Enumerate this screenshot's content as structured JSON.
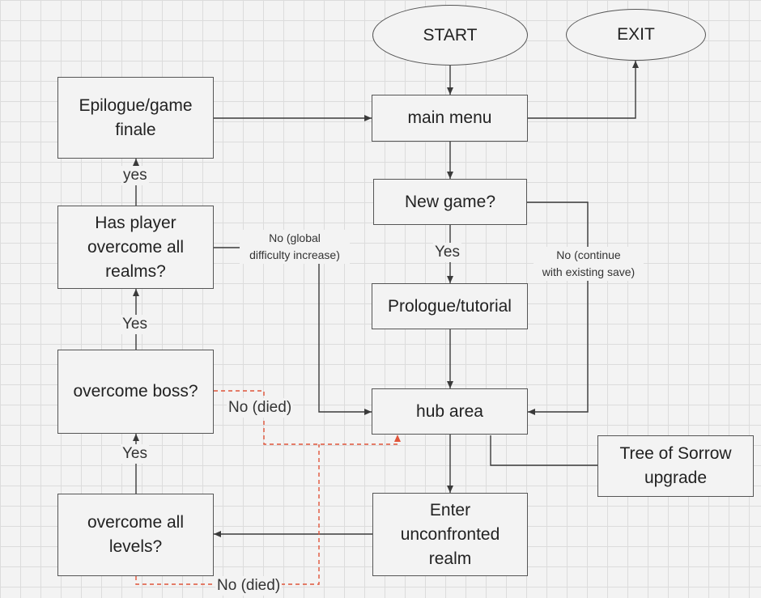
{
  "nodes": {
    "start": "START",
    "exit": "EXIT",
    "main_menu": "main menu",
    "new_game": "New game?",
    "prologue": "Prologue/tutorial",
    "hub": "hub area",
    "tree": "Tree of Sorrow\nupgrade",
    "enter_realm": "Enter\nunconfronted\nrealm",
    "levels": "overcome all\nlevels?",
    "boss": "overcome boss?",
    "realms": "Has player\novercome all\nrealms?",
    "epilogue": "Epilogue/game\nfinale"
  },
  "labels": {
    "yes_newgame": "Yes",
    "no_continue": "No (continue\nwith existing save)",
    "no_global": "No (global\ndifficulty increase)",
    "yes_realms": "yes",
    "yes_boss": "Yes",
    "yes_levels": "Yes",
    "no_died_boss": "No (died)",
    "no_died_levels": "No (died)"
  },
  "colors": {
    "line": "#3a3a3a",
    "dashed": "#e0553a",
    "border": "#555555"
  }
}
